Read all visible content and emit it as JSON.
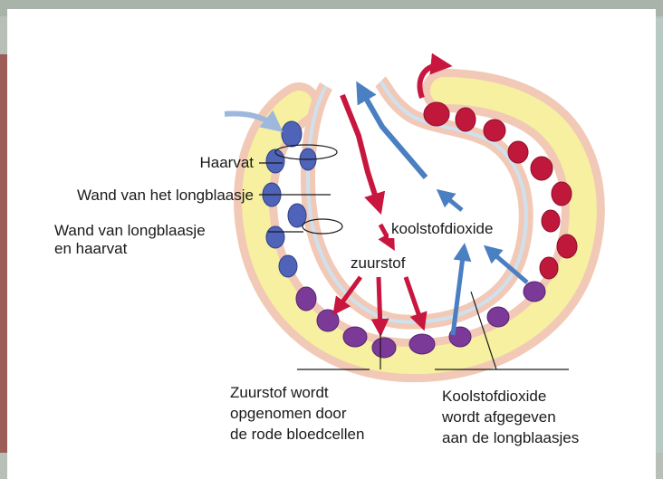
{
  "labels": {
    "haarvat": "Haarvat",
    "wand_longblaasje": "Wand van het longblaasje",
    "wand_beide_line1": "Wand van longblaasje",
    "wand_beide_line2": "en haarvat",
    "koolstofdioxide": "koolstofdioxide",
    "zuurstof": "zuurstof",
    "caption_left_line1": "Zuurstof wordt",
    "caption_left_line2": "opgenomen door",
    "caption_left_line3": "de rode bloedcellen",
    "caption_right_line1": "Koolstofdioxide",
    "caption_right_line2": "wordt afgegeven",
    "caption_right_line3": "aan de longblaasjes"
  },
  "colors": {
    "oxygen_arrow": "#c8163e",
    "co2_arrow": "#4a7fc1",
    "inflow_arrow": "#9db8dc",
    "wall_tissue": "#f1c9b6",
    "plasma": "#f6f0a0",
    "deoxygenated_cell": "#4f63b8",
    "oxygenated_cell": "#c0183b",
    "mixed_cell": "#7b3a98",
    "alveolus_lining": "#cfe1ef"
  }
}
